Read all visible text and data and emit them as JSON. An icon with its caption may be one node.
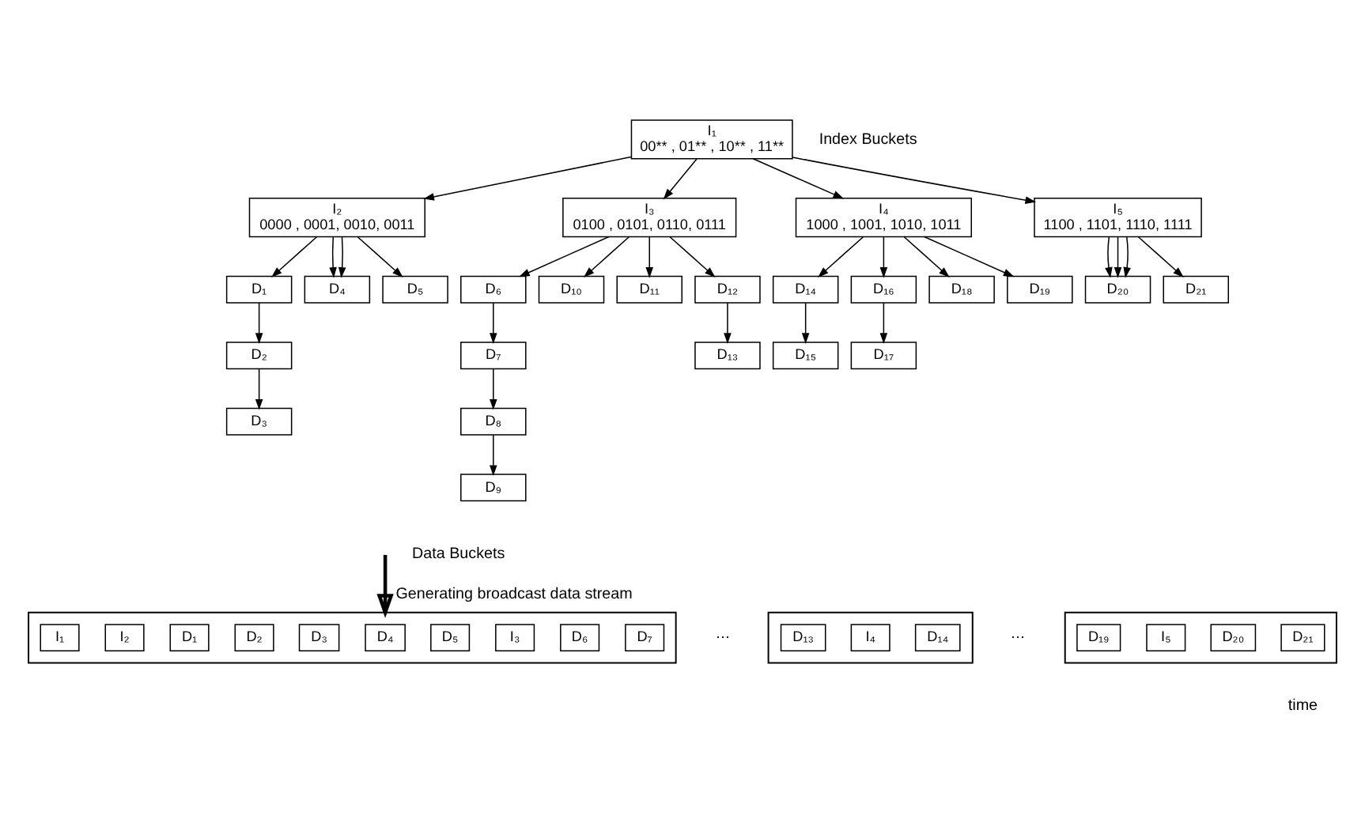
{
  "diagram": {
    "nodes": [
      {
        "text": [
          "I₁",
          "00** , 01** , 10** , 11**"
        ]
      },
      {
        "text": [
          "I₂",
          "0000 , 0001, 0010, 0011"
        ]
      },
      {
        "text": [
          "I₃",
          "0100 , 0101, 0110, 0111"
        ]
      },
      {
        "text": [
          "I₄",
          "1000 , 1001, 1010, 1011"
        ]
      },
      {
        "text": [
          "I₅",
          "1100 , 1101, 1110, 1111"
        ]
      },
      {
        "text": [
          "D₁"
        ]
      },
      {
        "text": [
          "D₂"
        ]
      },
      {
        "text": [
          "D₃"
        ]
      },
      {
        "text": [
          "D₄"
        ]
      },
      {
        "text": [
          "D₅"
        ]
      },
      {
        "text": [
          "D₆"
        ]
      },
      {
        "text": [
          "D₇"
        ]
      },
      {
        "text": [
          "D₈"
        ]
      },
      {
        "text": [
          "D₉"
        ]
      },
      {
        "text": [
          "D₁₀"
        ]
      },
      {
        "text": [
          "D₁₁"
        ]
      },
      {
        "text": [
          "D₁₂"
        ]
      },
      {
        "text": [
          "D₁₃"
        ]
      },
      {
        "text": [
          "D₁₄"
        ]
      },
      {
        "text": [
          "D₁₅"
        ]
      },
      {
        "text": [
          "D₁₆"
        ]
      },
      {
        "text": [
          "D₁₇"
        ]
      },
      {
        "text": [
          "D₁₈"
        ]
      },
      {
        "text": [
          "D₁₉"
        ]
      },
      {
        "text": [
          "D₂₀"
        ]
      },
      {
        "text": [
          "D₂₁"
        ]
      },
      {
        "text": [],
        "shape": "bar"
      },
      {
        "text": [],
        "shape": "bar"
      },
      {
        "text": [],
        "shape": "bar"
      },
      {
        "text": [
          "I₁"
        ],
        "in": 26
      },
      {
        "text": [
          "I₂"
        ],
        "in": 26
      },
      {
        "text": [
          "D₁"
        ],
        "in": 26
      },
      {
        "text": [
          "D₂"
        ],
        "in": 26
      },
      {
        "text": [
          "D₃"
        ],
        "in": 26
      },
      {
        "text": [
          "D₄"
        ],
        "in": 26
      },
      {
        "text": [
          "D₅"
        ],
        "in": 26
      },
      {
        "text": [
          "I₃"
        ],
        "in": 26
      },
      {
        "text": [
          "D₆"
        ],
        "in": 26
      },
      {
        "text": [
          "D₇"
        ],
        "in": 26
      },
      {
        "text": [
          "D₁₃"
        ],
        "in": 27
      },
      {
        "text": [
          "I₄"
        ],
        "in": 27
      },
      {
        "text": [
          "D₁₄"
        ],
        "in": 27
      },
      {
        "text": [
          "D₁₉"
        ],
        "in": 28
      },
      {
        "text": [
          "I₅"
        ],
        "in": 28
      },
      {
        "text": [
          "D₂₀"
        ],
        "in": 28
      },
      {
        "text": [
          "D₂₁"
        ],
        "in": 28
      }
    ],
    "edges": [
      {
        "from": 0,
        "to": 1,
        "arrow": "to"
      },
      {
        "from": 0,
        "to": 2,
        "arrow": "to"
      },
      {
        "from": 0,
        "to": 3,
        "arrow": "to"
      },
      {
        "from": 0,
        "to": 4,
        "arrow": "to"
      },
      {
        "from": 1,
        "to": 5,
        "arrow": "to"
      },
      {
        "from": 1,
        "to": 8,
        "arrow": "to"
      },
      {
        "from": 1,
        "to": 8,
        "arrow": "to"
      },
      {
        "from": 1,
        "to": 9,
        "arrow": "to"
      },
      {
        "from": 2,
        "to": 10,
        "arrow": "to"
      },
      {
        "from": 2,
        "to": 14,
        "arrow": "to"
      },
      {
        "from": 2,
        "to": 15,
        "arrow": "to"
      },
      {
        "from": 2,
        "to": 16,
        "arrow": "to"
      },
      {
        "from": 3,
        "to": 18,
        "arrow": "to"
      },
      {
        "from": 3,
        "to": 20,
        "arrow": "to"
      },
      {
        "from": 3,
        "to": 22,
        "arrow": "to"
      },
      {
        "from": 3,
        "to": 23,
        "arrow": "to"
      },
      {
        "from": 4,
        "to": 24,
        "arrow": "to"
      },
      {
        "from": 4,
        "to": 24,
        "arrow": "to"
      },
      {
        "from": 4,
        "to": 24,
        "arrow": "to"
      },
      {
        "from": 4,
        "to": 25,
        "arrow": "to"
      },
      {
        "from": 5,
        "to": 6,
        "arrow": "to"
      },
      {
        "from": 6,
        "to": 7,
        "arrow": "to"
      },
      {
        "from": 10,
        "to": 11,
        "arrow": "to"
      },
      {
        "from": 11,
        "to": 12,
        "arrow": "to"
      },
      {
        "from": 12,
        "to": 13,
        "arrow": "to"
      },
      {
        "from": 16,
        "to": 17,
        "arrow": "to"
      },
      {
        "from": 18,
        "to": 19,
        "arrow": "to"
      },
      {
        "from": 20,
        "to": 21,
        "arrow": "to"
      },
      {
        "from": null,
        "to": 26,
        "arrow": "to",
        "label": "Generating broadcast data stream",
        "style": "thick"
      }
    ],
    "labels": [
      "Index Buckets",
      "Data Buckets",
      "⋯",
      "⋯",
      "time"
    ]
  }
}
